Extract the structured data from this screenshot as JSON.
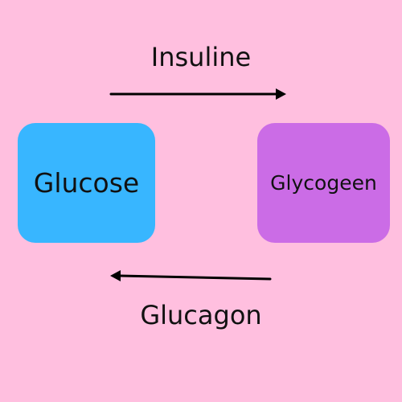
{
  "diagram": {
    "background_color": "#ffbfdf",
    "top_label": "Insuline",
    "bottom_label": "Glucagon",
    "left_node": {
      "label": "Glucose",
      "color": "#38b6ff"
    },
    "right_node": {
      "label": "Glycogeen",
      "color": "#cb6ce6"
    },
    "arrow_color": "#000000"
  }
}
